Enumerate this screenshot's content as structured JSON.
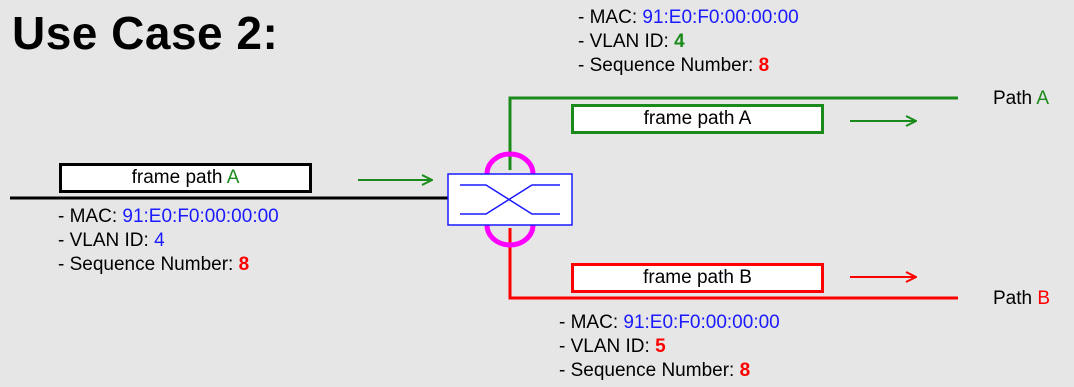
{
  "title": "Use Case 2:",
  "colors": {
    "green": "#1a8a1a",
    "red": "#ff0000",
    "blue": "#1a1aff",
    "magenta": "#ff00ff",
    "switch_border": "#1a1aff"
  },
  "ingress": {
    "frame_label_prefix": "frame path ",
    "frame_label_path": "A",
    "mac_label": "- MAC: ",
    "mac_value": "91:E0:F0:00:00:00",
    "vlan_label": "- VLAN ID: ",
    "vlan_value": "4",
    "seq_label": "- Sequence Number: ",
    "seq_value": "8"
  },
  "egress_a": {
    "frame_label": "frame path A",
    "path_prefix": "Path ",
    "path_letter": "A",
    "mac_label": "- MAC: ",
    "mac_value": "91:E0:F0:00:00:00",
    "vlan_label": "- VLAN ID: ",
    "vlan_value": "4",
    "seq_label": "- Sequence Number: ",
    "seq_value": "8"
  },
  "egress_b": {
    "frame_label": "frame path B",
    "path_prefix": "Path ",
    "path_letter": "B",
    "mac_label": "- MAC: ",
    "mac_value": "91:E0:F0:00:00:00",
    "vlan_label": "- VLAN ID: ",
    "vlan_value": "5",
    "seq_label": "- Sequence Number: ",
    "seq_value": "8"
  }
}
